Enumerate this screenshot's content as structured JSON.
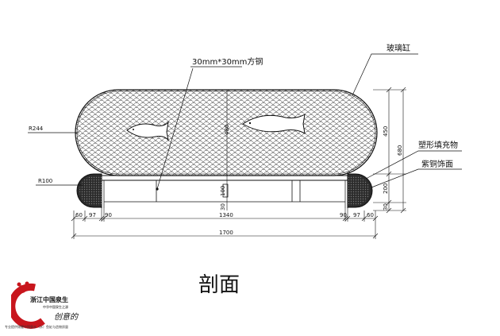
{
  "labels": {
    "steel_tube": "30mm*30mm方钢",
    "glass_tank": "玻璃缸",
    "filler": "塑形填充物",
    "copper_facing": "紫铜饰面",
    "r_tank": "R244",
    "r_bumper": "R100",
    "section_title": "剖面"
  },
  "dimensions": {
    "bottom_left_1": "60",
    "bottom_left_2": "97",
    "bottom_left_3": "90",
    "bottom_middle": "1340",
    "bottom_right_1": "90",
    "bottom_right_2": "97",
    "bottom_right_3": "60",
    "overall_width": "1700",
    "right_upper": "450",
    "right_lower": "200",
    "right_base": "30",
    "right_total": "680",
    "center_tank": "480",
    "center_band": "100",
    "center_base": "30"
  },
  "logo": {
    "text_main": "浙江中国泉生",
    "text_sub": "中华中国泉生之源",
    "signature": "创意的",
    "caption": "专业提供锦鲤中国泉水（水）鱼缸与造物质量"
  },
  "colors": {
    "line": "#111111",
    "bumper_fill": "#2b2b2b",
    "logo_red": "#c8161d"
  }
}
